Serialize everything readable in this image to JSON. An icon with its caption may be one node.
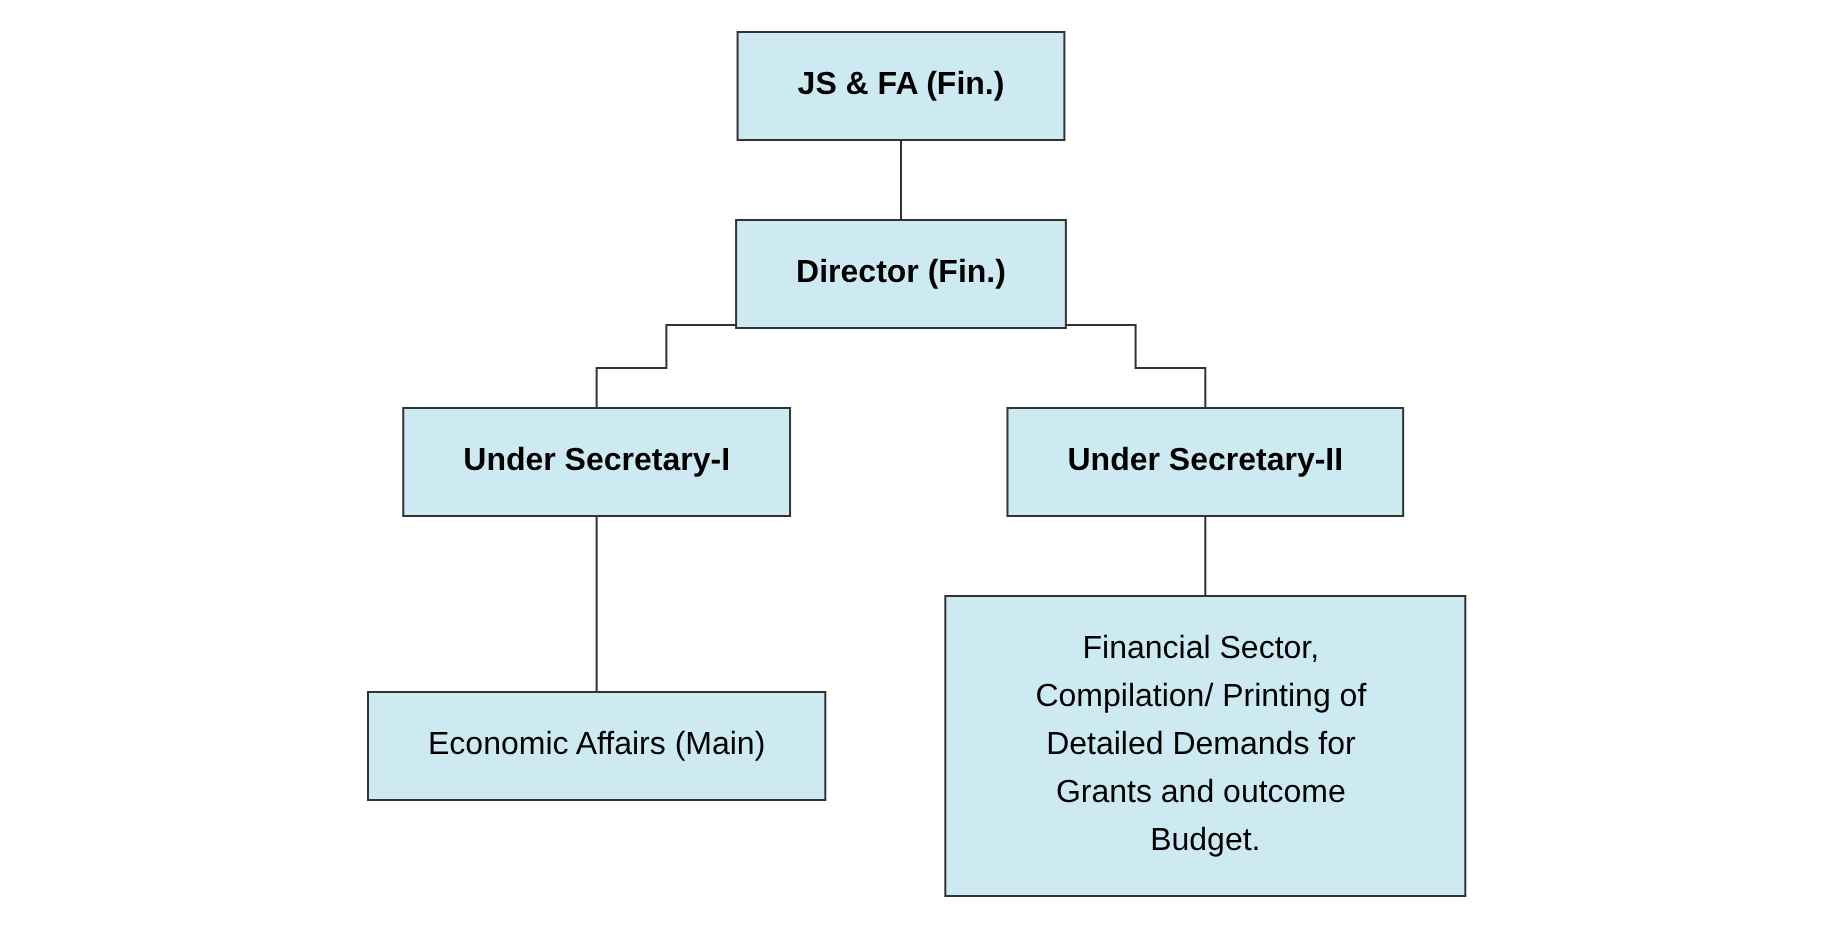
{
  "diagram": {
    "nodes": [
      {
        "text": [
          "JS & FA (Fin.)"
        ]
      },
      {
        "text": [
          "Director (Fin.)"
        ]
      },
      {
        "text": [
          "Under Secretary-I"
        ]
      },
      {
        "text": [
          "Under Secretary-II"
        ]
      },
      {
        "text": [
          "Economic Affairs (Main)"
        ]
      },
      {
        "text": [
          "Financial Sector, Compilation/ Printing of Detailed Demands for Grants and outcome Budget."
        ]
      }
    ],
    "edges": [
      {
        "from": 0,
        "to": 1,
        "arrow": "none"
      },
      {
        "from": 1,
        "to": 2,
        "arrow": "none"
      },
      {
        "from": 1,
        "to": 3,
        "arrow": "none"
      },
      {
        "from": 2,
        "to": 4,
        "arrow": "none"
      },
      {
        "from": 3,
        "to": 5,
        "arrow": "none"
      }
    ]
  }
}
